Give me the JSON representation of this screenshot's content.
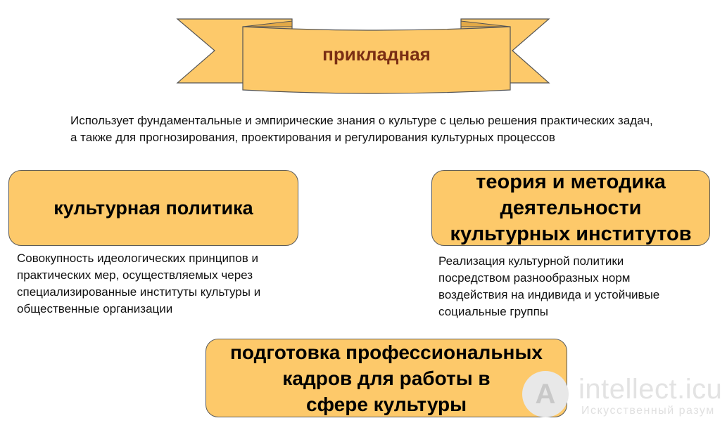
{
  "header": {
    "title": "прикладная",
    "description_line1": "Использует фундаментальные и эмпирические знания о культуре с целью решения практических задач,",
    "description_line2": "а также для прогнозирования, проектирования и регулирования культурных процессов"
  },
  "left_block": {
    "title": "культурная политика",
    "desc_lines": [
      "Совокупность идеологических принципов и",
      "практических мер, осуществляемых через",
      "специализированные институты культуры и",
      "общественные организации"
    ]
  },
  "right_block": {
    "title_lines": [
      "теория и методика",
      "деятельности",
      "культурных институтов"
    ],
    "desc_lines": [
      "Реализация культурной политики",
      "посредством разнообразных норм",
      "воздействия на индивида и устойчивые",
      "социальные  группы"
    ]
  },
  "bottom_block": {
    "title_lines": [
      "подготовка профессиональных",
      "кадров для работы в",
      "сфере культуры"
    ]
  },
  "watermark": {
    "logo_letter": "A",
    "site": "intellect.icu",
    "tagline": "Искусственный разум"
  },
  "colors": {
    "ribbon_fill": "#fdc96a",
    "ribbon_fold": "#e2a947",
    "box_fill": "#fdc96a",
    "ribbon_title": "#7a2e14"
  }
}
